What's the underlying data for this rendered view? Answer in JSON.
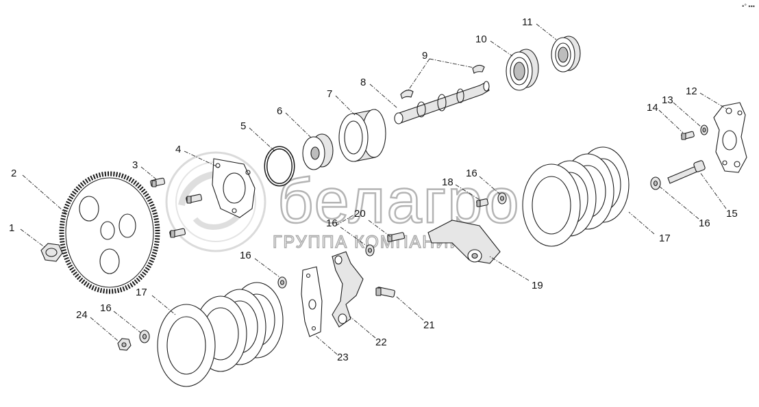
{
  "watermark": {
    "brand": "белагро",
    "tagline": "ГРУППА КОМПАНИЙ"
  },
  "labels": [
    "1",
    "2",
    "3",
    "4",
    "5",
    "6",
    "7",
    "8",
    "9",
    "10",
    "11",
    "12",
    "13",
    "14",
    "15",
    "16",
    "17",
    "18",
    "19",
    "20",
    "21",
    "22",
    "23",
    "24"
  ],
  "corner_mark": "•° ▪▪▪"
}
